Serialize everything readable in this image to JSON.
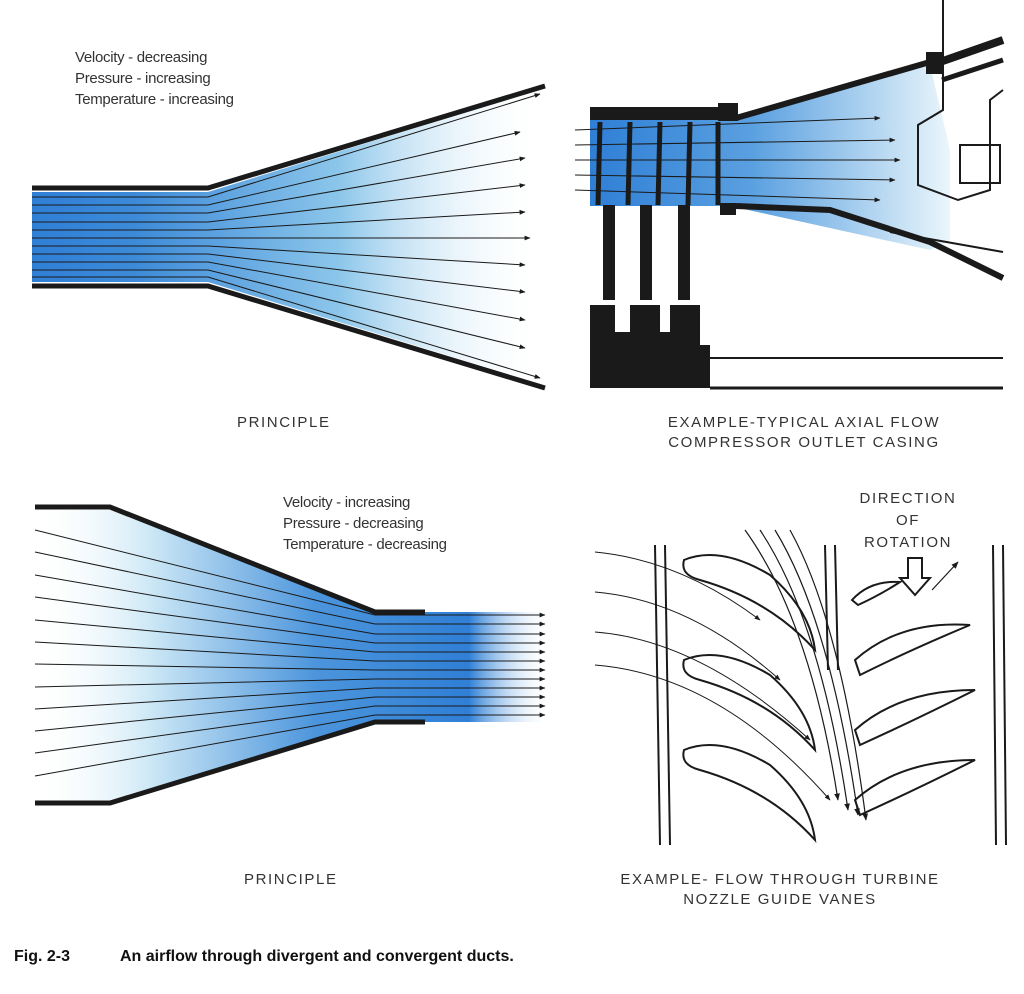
{
  "divergent": {
    "properties": [
      "Velocity - decreasing",
      "Pressure - increasing",
      "Temperature - increasing"
    ],
    "caption": "PRINCIPLE"
  },
  "compressor": {
    "caption_line1": "EXAMPLE-TYPICAL AXIAL FLOW",
    "caption_line2": "COMPRESSOR OUTLET CASING"
  },
  "convergent": {
    "properties": [
      "Velocity - increasing",
      "Pressure - decreasing",
      "Temperature - decreasing"
    ],
    "caption": "PRINCIPLE"
  },
  "turbine": {
    "caption_line1": "EXAMPLE- FLOW THROUGH TURBINE",
    "caption_line2": "NOZZLE GUIDE VANES",
    "rotation_label": [
      "DIRECTION",
      "OF",
      "ROTATION"
    ]
  },
  "figure": {
    "number": "Fig. 2-3",
    "title": "An airflow through divergent and convergent ducts."
  },
  "colors": {
    "flow_dark": "#2f7fd6",
    "flow_light": "#eaf6fb",
    "ink": "#1a1a1a"
  }
}
